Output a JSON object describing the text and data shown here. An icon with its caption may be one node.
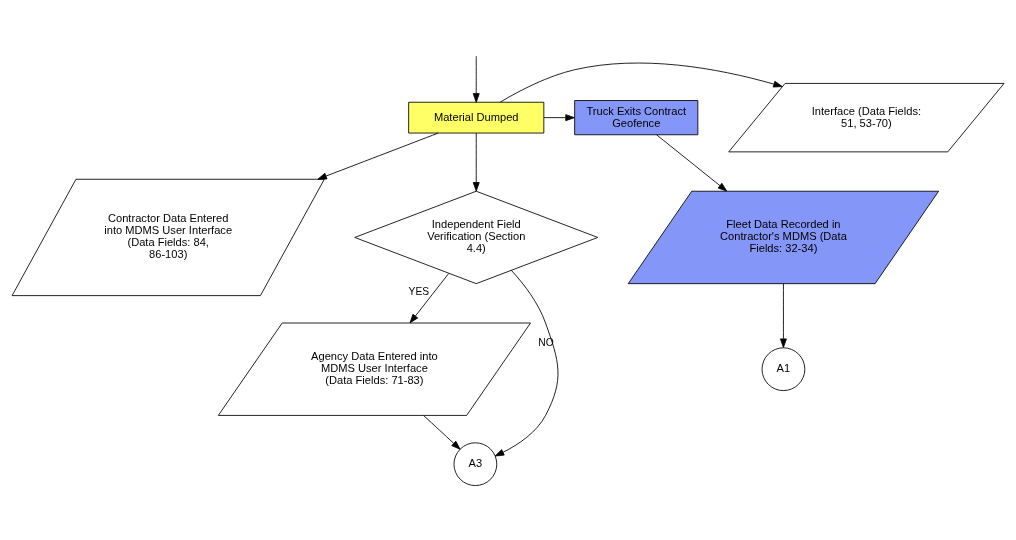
{
  "diagram": {
    "nodes": [
      {
        "text": [
          "Interface (Data Fields: 51, 53-70)"
        ]
      },
      {
        "text": [
          "Truck Exits Contract Geofence"
        ]
      },
      {
        "text": [
          "Material Dumped"
        ]
      },
      {
        "text": [
          "Contractor Data Entered into MDMS User Interface (Data Fields: 84, 86-103)"
        ]
      },
      {
        "text": [
          "Fleet Data Recorded in Contractor's MDMS (Data Fields: 32-34)"
        ]
      },
      {
        "text": [
          "Independent Field Verification (Section 4.4)"
        ]
      },
      {
        "text": [
          "Agency Data Entered into MDMS User Interface (Data Fields: 71-83)"
        ]
      },
      {
        "text": [
          "A1"
        ]
      },
      {
        "text": [
          "A3"
        ]
      }
    ],
    "edges": [
      {
        "from": null,
        "to": 2,
        "arrow": "to"
      },
      {
        "from": 2,
        "to": 1,
        "arrow": "to"
      },
      {
        "from": 2,
        "to": 0,
        "arrow": "to"
      },
      {
        "from": 2,
        "to": 3,
        "arrow": "to"
      },
      {
        "from": 1,
        "to": 4,
        "arrow": "to"
      },
      {
        "from": 4,
        "to": 7,
        "arrow": "to"
      },
      {
        "from": 2,
        "to": 5,
        "arrow": "to"
      },
      {
        "from": 5,
        "to": 6,
        "arrow": "to",
        "label": "YES"
      },
      {
        "from": 5,
        "to": 8,
        "arrow": "to",
        "label": "NO"
      },
      {
        "from": 6,
        "to": 8,
        "arrow": "to"
      }
    ]
  }
}
